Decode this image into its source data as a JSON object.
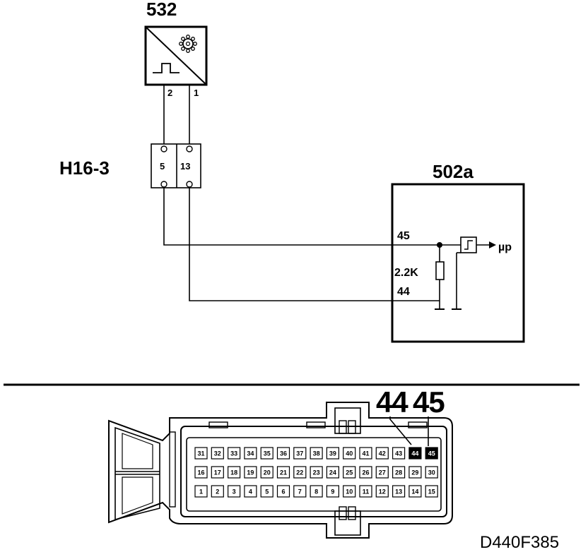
{
  "sensor": {
    "id": "532",
    "pin_a": "2",
    "pin_b": "1"
  },
  "connector": {
    "id": "H16-3",
    "pin_a": "5",
    "pin_b": "13"
  },
  "ecu": {
    "id": "502a",
    "pin_signal": "45",
    "pin_ground": "44",
    "resistor": "2.2K",
    "output": "µp"
  },
  "plug": {
    "highlight_a": "44",
    "highlight_b": "45",
    "row_top": [
      "31",
      "32",
      "33",
      "34",
      "35",
      "36",
      "37",
      "38",
      "39",
      "40",
      "41",
      "42",
      "43",
      "44",
      "45"
    ],
    "row_mid": [
      "16",
      "17",
      "18",
      "19",
      "20",
      "21",
      "22",
      "23",
      "24",
      "25",
      "26",
      "27",
      "28",
      "29",
      "30"
    ],
    "row_bot": [
      "1",
      "2",
      "3",
      "4",
      "5",
      "6",
      "7",
      "8",
      "9",
      "10",
      "11",
      "12",
      "13",
      "14",
      "15"
    ]
  },
  "figure_code": "D440F385"
}
